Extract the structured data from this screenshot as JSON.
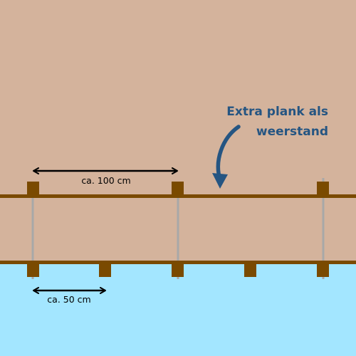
{
  "labels": {
    "dimension_top": "ca. 100 cm",
    "dimension_bottom": "ca. 50 cm",
    "note_line1": "Extra plank als",
    "note_line2": "weerstand"
  },
  "colors": {
    "ground": "#d4b39c",
    "water": "#a3e6ff",
    "wood": "#7a4a00",
    "pole": "#a8a8a8",
    "dimension": "#000000",
    "note": "#255582"
  }
}
